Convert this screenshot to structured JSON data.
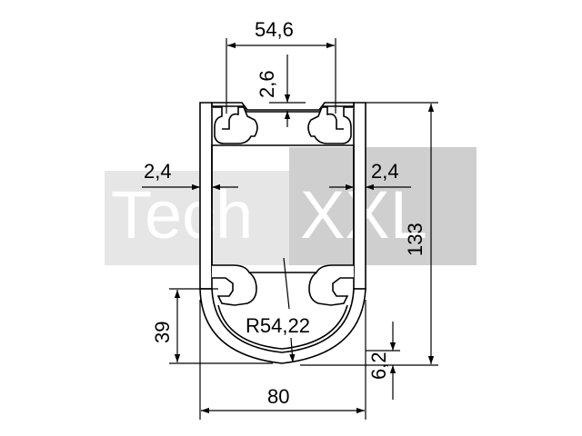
{
  "watermark": {
    "word_left": "Tech",
    "word_right": "XXL",
    "box_light": "#e6e6e6",
    "box_dark": "#cfcfcf",
    "text_on_light": "#ffffff",
    "text_on_dark": "#ffffff"
  },
  "dimensions": {
    "slot_width": "54,6",
    "top_wall": "2,6",
    "left_wall": "2,4",
    "right_wall": "2,4",
    "total_height": "133",
    "radius": "R54,22",
    "lower_height": "39",
    "bulge": "6,2",
    "total_width": "80"
  },
  "colors": {
    "line": "#000000",
    "profile_fill": "#ffffff",
    "profile_shade": "#d9d9d9"
  }
}
